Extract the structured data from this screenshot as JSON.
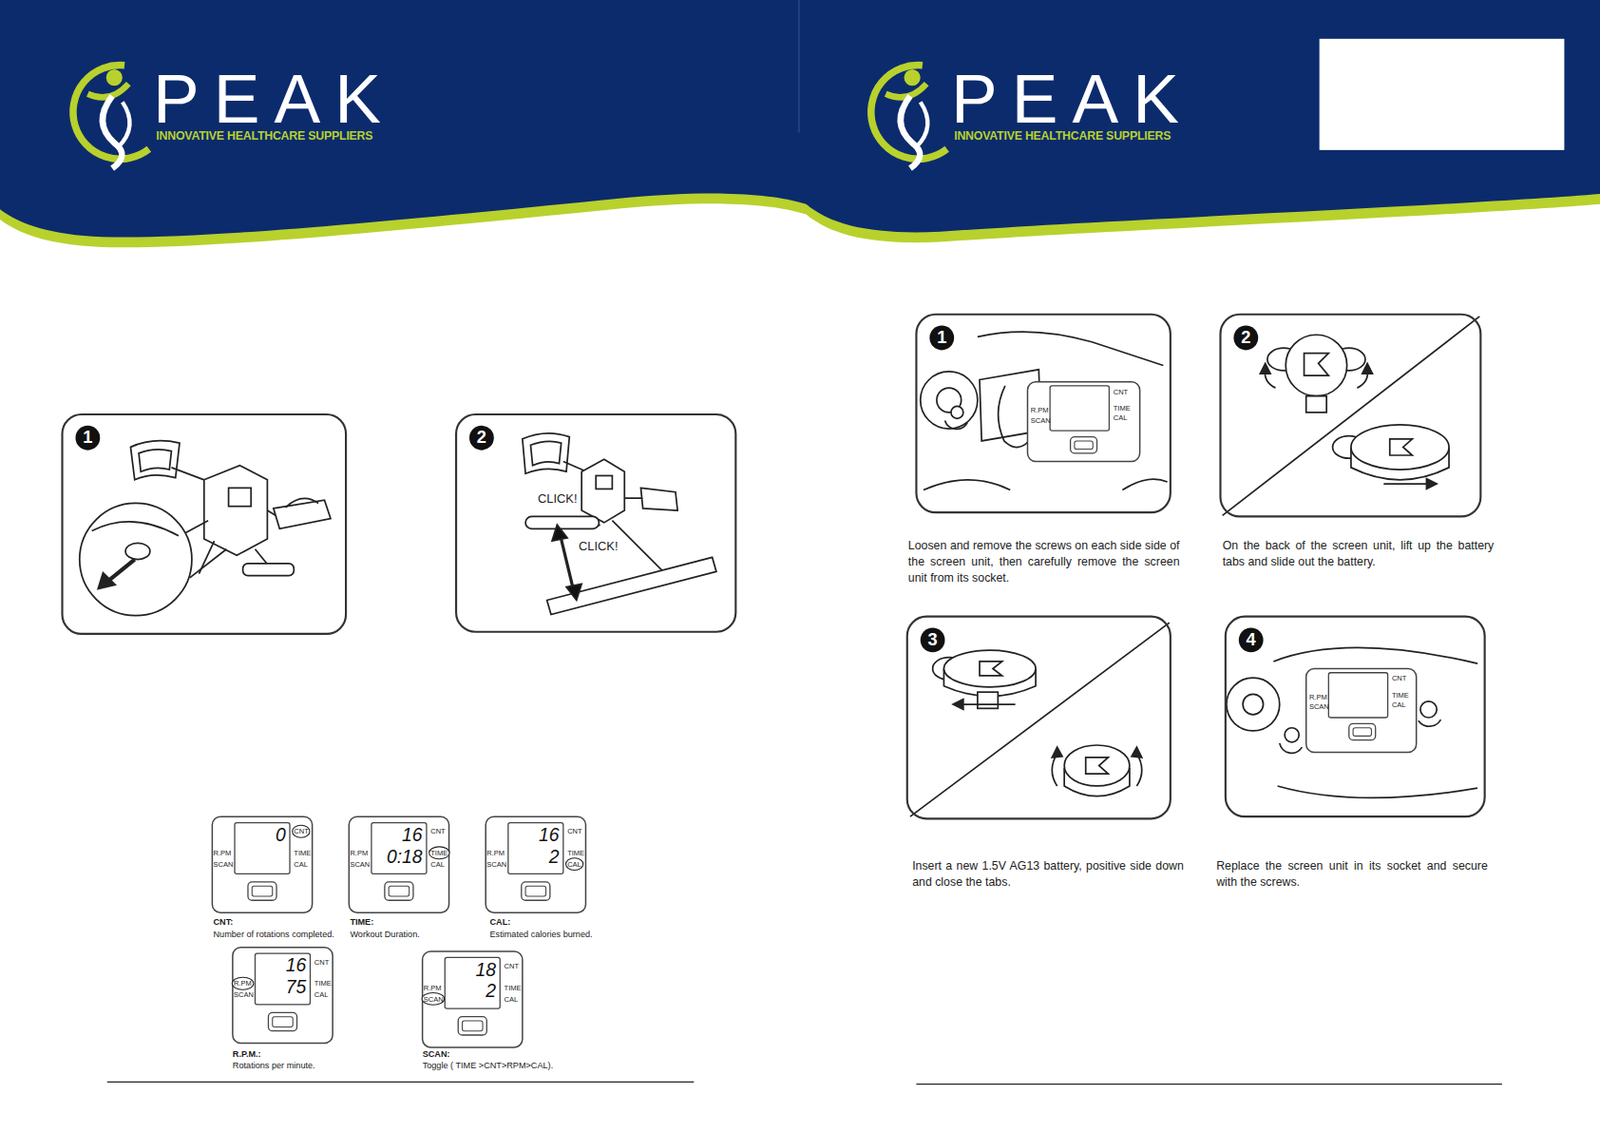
{
  "diagram": {
    "nodes": [
      {
        "text": [
          "1"
        ]
      },
      {
        "text": [
          "2"
        ]
      },
      {
        "text": [
          "0",
          "CNT",
          "TIME",
          "CAL",
          "R.PM",
          "SCAN"
        ]
      },
      {
        "text": [
          "16",
          "0:18",
          "CNT",
          "TIME",
          "CAL",
          "R.PM",
          "SCAN"
        ]
      },
      {
        "text": [
          "16",
          "2",
          "CNT",
          "TIME",
          "CAL",
          "R.PM",
          "SCAN"
        ]
      },
      {
        "text": [
          "16",
          "75",
          "CNT",
          "TIME",
          "CAL",
          "R.PM",
          "SCAN"
        ]
      },
      {
        "text": [
          "18",
          "2",
          "CNT",
          "TIME",
          "CAL",
          "R.PM",
          "SCAN"
        ]
      },
      {
        "text": [
          "1"
        ]
      },
      {
        "text": [
          "CNT",
          "R.PM",
          "TIME",
          "SCAN",
          "CAL"
        ],
        "in": 7
      },
      {
        "text": [
          "2"
        ]
      },
      {
        "text": [
          "3"
        ]
      },
      {
        "text": [
          "4"
        ]
      },
      {
        "text": [
          "R.PM",
          "SCAN",
          "CNT",
          "TIME",
          "CAL"
        ],
        "in": 11
      }
    ],
    "labels": [
      "PEAK",
      "INNOVATIVE HEALTHCARE SUPPLIERS",
      "PEAK",
      "INNOVATIVE HEALTHCARE SUPPLIERS",
      "CLICK!",
      "CLICK!",
      "CNT:",
      "Number of rotations completed.",
      "TIME:",
      "Workout Duration.",
      "CAL:",
      "Estimated calories burned.",
      "R.P.M.:",
      "Rotations per minute.",
      "SCAN:",
      "Toggle ( TIME >CNT>RPM>CAL).",
      "Loosen and remove the screws on each side side of the screen unit, then carefully remove the screen unit from its socket.",
      "On the back of the screen unit, lift up the battery tabs and slide out the battery.",
      "Insert a new 1.5V AG13 battery, positive side down and close the tabs.",
      "Replace the screen unit in its socket and secure with the screws."
    ]
  }
}
